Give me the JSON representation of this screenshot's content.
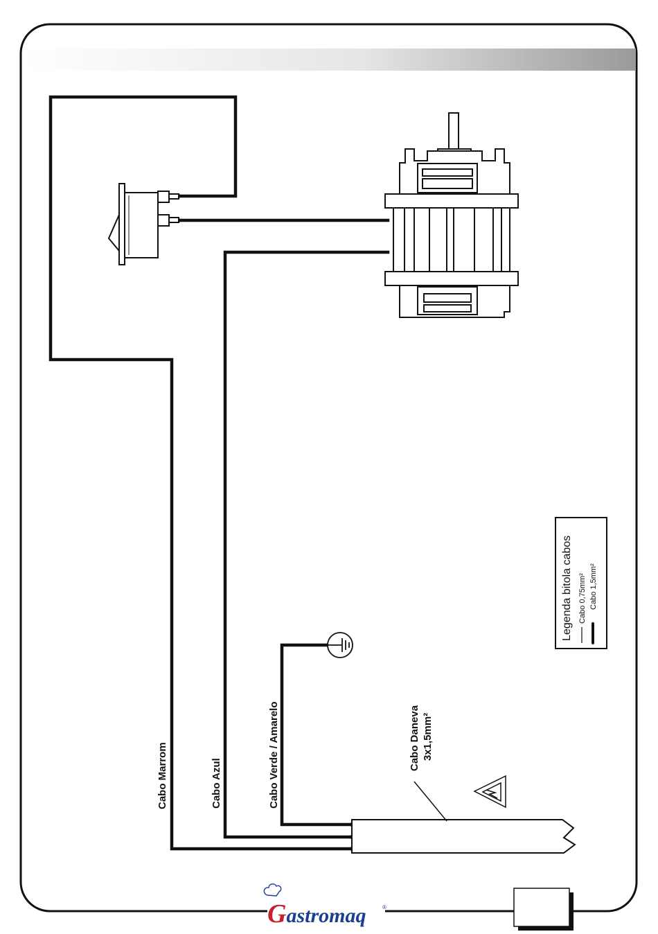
{
  "labels": {
    "cabo_marrom": "Cabo Marrom",
    "cabo_azul": "Cabo Azul",
    "cabo_verde_amarelo": "Cabo Verde / Amarelo",
    "cabo_daneva": "Cabo Daneva",
    "cabo_daneva_spec": "3x1,5mm²"
  },
  "legend": {
    "title": "Legenda bitola cabos",
    "thin": "Cabo 0,75mm²",
    "thick": "Cabo 1,5mm²"
  },
  "brand": {
    "initial": "G",
    "rest": "astromaq",
    "mark": "®"
  },
  "colors": {
    "wire": "#111111",
    "brand_blue": "#1b3f8f",
    "brand_red": "#c8202e"
  }
}
